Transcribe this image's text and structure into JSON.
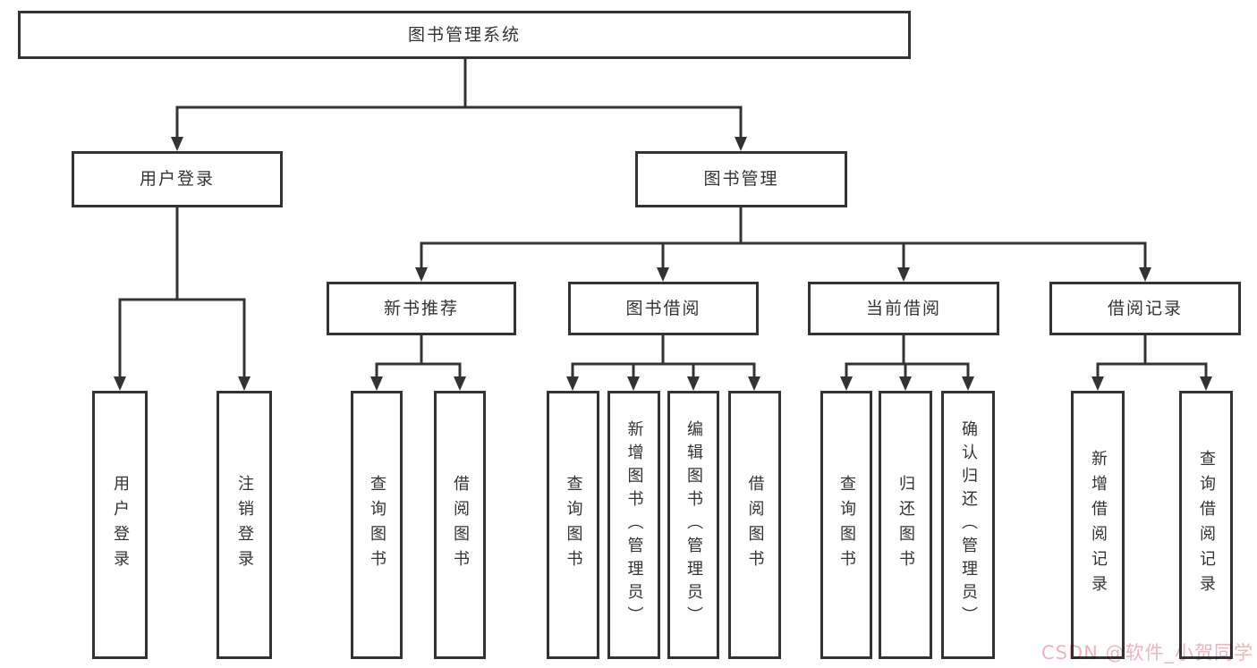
{
  "diagram": {
    "title": "图书管理系统",
    "level2": {
      "user_login": "用户登录",
      "book_mgmt": "图书管理"
    },
    "level3": {
      "new_books": "新书推荐",
      "book_borrow": "图书借阅",
      "current_borrow": "当前借阅",
      "borrow_records": "借阅记录"
    },
    "leaves": {
      "user_login": "用户登录",
      "logout": "注销登录",
      "nb_query_books": "查询图书",
      "nb_borrow_books": "借阅图书",
      "bb_query_books": "查询图书",
      "bb_add_books": "新增图书（管理员）",
      "bb_edit_books": "编辑图书（管理员）",
      "bb_borrow_books": "借阅图书",
      "cb_query_books": "查询图书",
      "cb_return_books": "归还图书",
      "cb_confirm_return": "确认归还（管理员）",
      "rec_add_record": "新增借阅记录",
      "rec_query_record": "查询借阅记录"
    }
  },
  "colors": {
    "line": "#333333",
    "box_border": "#333333",
    "text": "#333333",
    "watermark": "#f0b3bc",
    "background": "#ffffff"
  },
  "watermark": "CSDN @软件_小贺同学"
}
